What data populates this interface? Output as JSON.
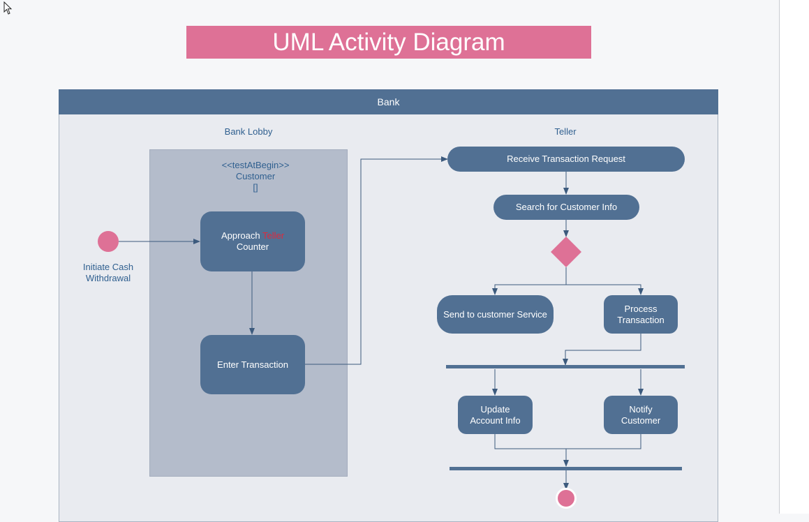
{
  "title": "UML Activity Diagram",
  "pool": {
    "name": "Bank",
    "lanes": [
      "Bank Lobby",
      "Teller"
    ]
  },
  "region": {
    "stereotype": "<<testAtBegin>>",
    "name": "Customer",
    "brackets": "[]"
  },
  "start": {
    "label_line1": "Initiate Cash",
    "label_line2": "Withdrawal"
  },
  "activities": {
    "approach": {
      "text_before": "Approach ",
      "highlight": "Teller",
      "text_after": "Counter"
    },
    "enter": "Enter Transaction",
    "receive": "Receive Transaction Request",
    "search": "Search for Customer Info",
    "send": "Send to customer Service",
    "process_line1": "Process",
    "process_line2": "Transaction",
    "update_line1": "Update",
    "update_line2": "Account Info",
    "notify_line1": "Notify",
    "notify_line2": "Customer"
  },
  "colors": {
    "activity": "#517093",
    "accent": "#de7196",
    "text_blue": "#2f5f8f",
    "highlight": "#e0283b"
  },
  "icons": [
    "cursor-arrow-icon"
  ]
}
